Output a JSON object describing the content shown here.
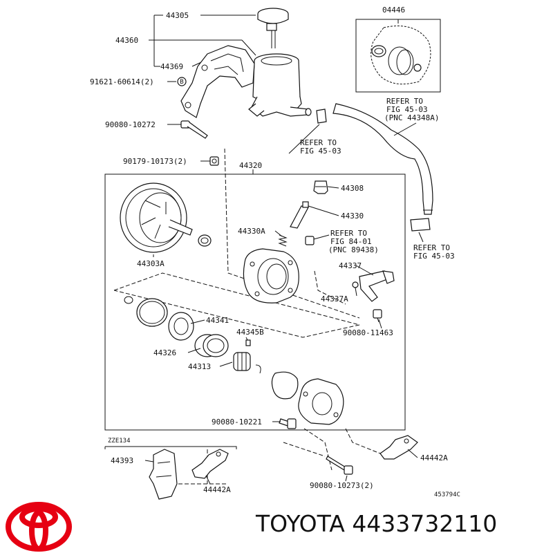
{
  "colors": {
    "line": "#111111",
    "logo": "#e60012",
    "background": "#ffffff"
  },
  "diagram": {
    "labels": {
      "l44305": "44305",
      "l44360": "44360",
      "l44369": "44369",
      "l91621": "91621-60614(2)",
      "l90080_10272": "90080-10272",
      "l90179": "90179-10173(2)",
      "l44320": "44320",
      "l44308": "44308",
      "l44330": "44330",
      "l44330A": "44330A",
      "l44303A": "44303A",
      "l44337": "44337",
      "l44337A": "44337A",
      "l90080_11463": "90080-11463",
      "l44341": "44341",
      "l44345B": "44345B",
      "l44326": "44326",
      "l44313": "44313",
      "l90080_10221": "90080-10221",
      "l44393": "44393",
      "l44442A_left": "44442A",
      "l44442A_right": "44442A",
      "l90080_10273": "90080-10273(2)",
      "l04446": "04446",
      "zze": "ZZE134",
      "code": "453794C",
      "circle_b": "B"
    },
    "refs": {
      "r1_line1": "REFER TO",
      "r1_line2": "FIG 45-03",
      "r1_line3": "(PNC 44348A)",
      "r2_line1": "REFER TO",
      "r2_line2": "FIG 45-03",
      "r3_line1": "REFER TO",
      "r3_line2": "FIG 84-01",
      "r3_line3": "(PNC 89438)",
      "r4_line1": "REFER TO",
      "r4_line2": "FIG 45-03"
    }
  },
  "footer": {
    "brand": "TOYOTA 4433732110",
    "logo_icon": "toyota-logo-icon"
  }
}
